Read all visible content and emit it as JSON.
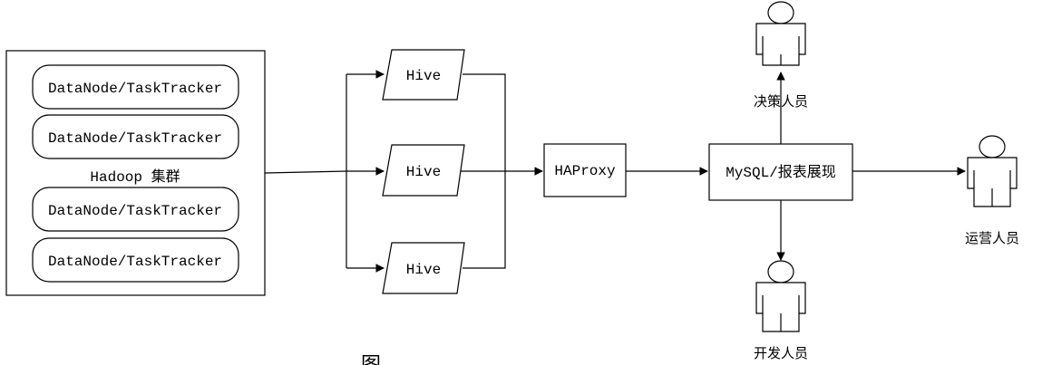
{
  "cluster": {
    "label": "Hadoop 集群",
    "nodes": [
      "DataNode/TaskTracker",
      "DataNode/TaskTracker",
      "DataNode/TaskTracker",
      "DataNode/TaskTracker"
    ]
  },
  "hive_nodes": [
    "Hive",
    "Hive",
    "Hive"
  ],
  "proxy": {
    "label": "HAProxy"
  },
  "report": {
    "label": "MySQL/报表展现"
  },
  "users": {
    "decision": "决策人员",
    "operations": "运营人员",
    "developers": "开发人员"
  },
  "caption": "图"
}
